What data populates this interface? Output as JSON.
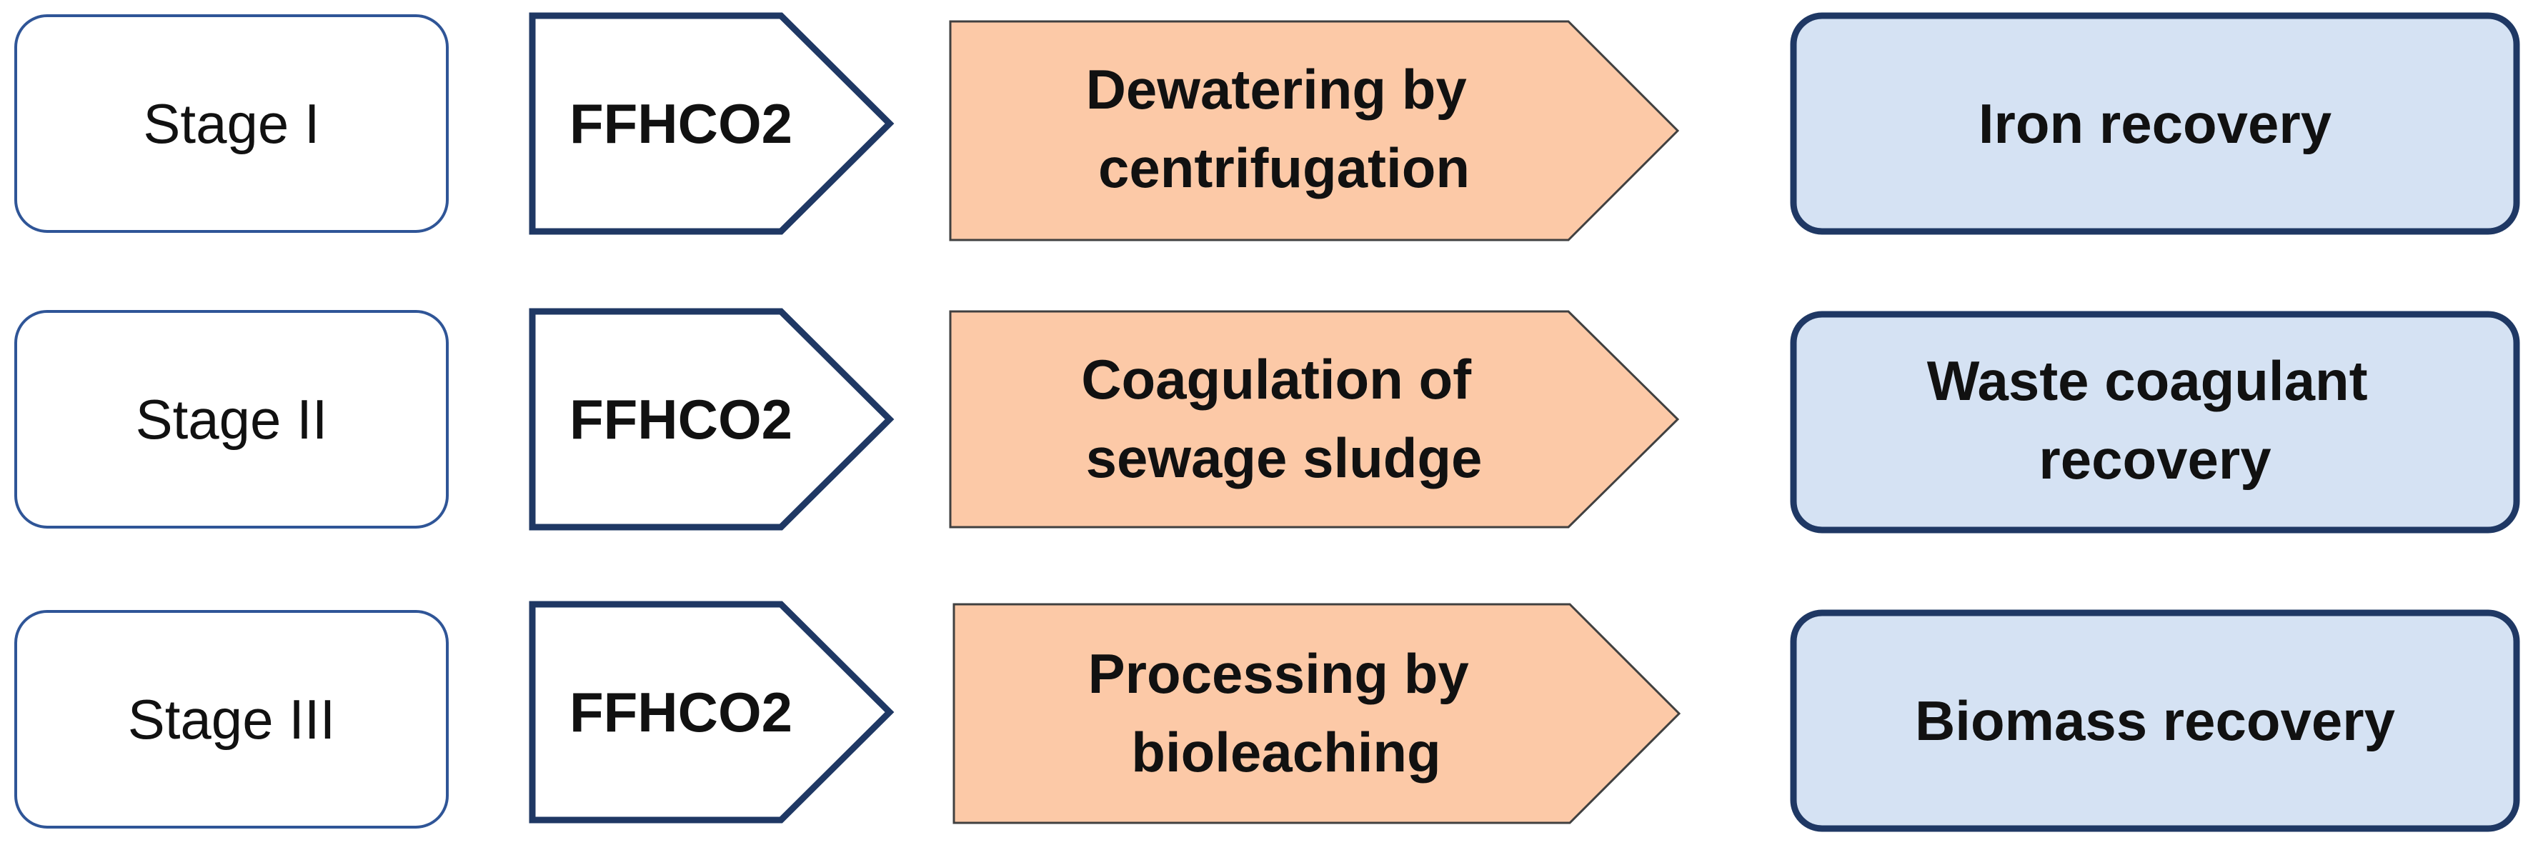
{
  "rows": [
    {
      "stage": "Stage I",
      "agent": "FFHCO2",
      "process": [
        "Dewatering by",
        "centrifugation"
      ],
      "outcome": [
        "Iron recovery"
      ]
    },
    {
      "stage": "Stage II",
      "agent": "FFHCO2",
      "process": [
        "Coagulation of",
        "sewage sludge"
      ],
      "outcome": [
        "Waste coagulant",
        "recovery"
      ]
    },
    {
      "stage": "Stage III",
      "agent": "FFHCO2",
      "process": [
        "Processing by",
        "bioleaching"
      ],
      "outcome": [
        "Biomass recovery"
      ]
    }
  ],
  "colors": {
    "stage_border": "#2f5597",
    "agent_border": "#1f3864",
    "process_fill": "#fcc9a7",
    "process_border": "#404040",
    "outcome_fill": "#d5e2f3",
    "outcome_border": "#1f3864",
    "text": "#111111"
  }
}
